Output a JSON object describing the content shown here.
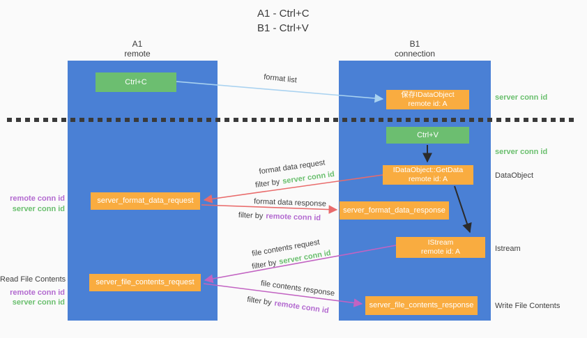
{
  "title": {
    "line1": "A1 - Ctrl+C",
    "line2": "B1 - Ctrl+V"
  },
  "columns": {
    "a": {
      "id": "A1",
      "subtitle": "remote"
    },
    "b": {
      "id": "B1",
      "subtitle": "connection"
    }
  },
  "nodes": {
    "ctrl_c": "Ctrl+C",
    "ctrl_v": "Ctrl+V",
    "save_dataobject": {
      "line1": "保存IDataObject",
      "line2": "remote id: A"
    },
    "getdata": {
      "line1": "IDataObject::GetData",
      "line2": "remote id: A"
    },
    "istream": {
      "line1": "IStream",
      "line2": "remote id: A"
    },
    "format_request": "server_format_data_request",
    "format_response": "server_format_data_response",
    "file_request": "server_file_contents_request",
    "file_response": "server_file_contents_response"
  },
  "arrow_labels": {
    "format_list": "format list",
    "format_data_request": "format data request",
    "format_data_response": "format data response",
    "file_contents_request": "file contents request",
    "file_contents_response": "file contents response",
    "filter_by": "filter by",
    "server_conn_id": "server conn id",
    "remote_conn_id": "remote conn id"
  },
  "left_labels": {
    "group1": {
      "remote": "remote conn id",
      "server": "server conn id"
    },
    "group2": {
      "title": "Read File Contents",
      "remote": "remote conn id",
      "server": "server conn id"
    }
  },
  "right_labels": {
    "server_conn_top": "server conn id",
    "server_conn_mid": "server conn id",
    "dataobject": "DataObject",
    "istream": "Istream",
    "write_file": "Write File Contents"
  },
  "colors": {
    "column_blue": "#4a80d5",
    "box_green": "#6cbe70",
    "box_orange": "#f9ac40",
    "arrow_light_blue": "#a9d2f0",
    "arrow_red": "#e96b6b",
    "arrow_magenta": "#c263c2",
    "arrow_black": "#2b2b2b",
    "label_green": "#6abf6e",
    "label_purple": "#b36ad0",
    "text_dark": "#3b3b3b",
    "background": "#fafafa"
  }
}
